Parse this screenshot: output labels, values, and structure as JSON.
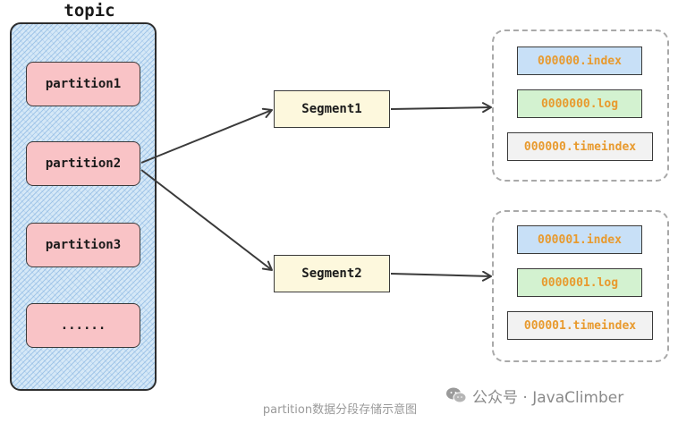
{
  "topic": {
    "title": "topic",
    "partitions": [
      "partition1",
      "partition2",
      "partition3",
      "......"
    ]
  },
  "segments": [
    "Segment1",
    "Segment2"
  ],
  "file_groups": [
    {
      "index": "000000.index",
      "log": "0000000.log",
      "timeindex": "000000.timeindex"
    },
    {
      "index": "000001.index",
      "log": "0000001.log",
      "timeindex": "000001.timeindex"
    }
  ],
  "caption": "partition数据分段存储示意图",
  "watermark": {
    "icon": "wechat-icon",
    "text": "公众号 · JavaClimber"
  }
}
